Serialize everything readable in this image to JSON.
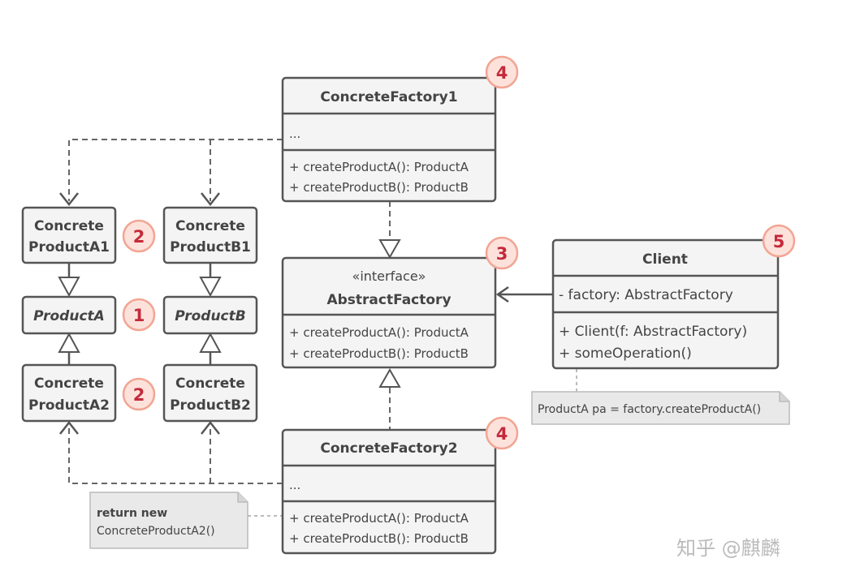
{
  "classes": {
    "concrete_factory1": {
      "name": "ConcreteFactory1",
      "fields": "...",
      "methods": [
        "+ createProductA(): ProductA",
        "+ createProductB(): ProductB"
      ]
    },
    "abstract_factory": {
      "stereotype": "«interface»",
      "name": "AbstractFactory",
      "methods": [
        "+ createProductA(): ProductA",
        "+ createProductB(): ProductB"
      ]
    },
    "concrete_factory2": {
      "name": "ConcreteFactory2",
      "fields": "...",
      "methods": [
        "+ createProductA(): ProductA",
        "+ createProductB(): ProductB"
      ]
    },
    "client": {
      "name": "Client",
      "fields": "- factory: AbstractFactory",
      "methods": [
        "+ Client(f: AbstractFactory)",
        "+ someOperation()"
      ]
    },
    "concrete_product_a1": {
      "line1": "Concrete",
      "line2": "ProductA1"
    },
    "concrete_product_b1": {
      "line1": "Concrete",
      "line2": "ProductB1"
    },
    "product_a": {
      "name": "ProductA"
    },
    "product_b": {
      "name": "ProductB"
    },
    "concrete_product_a2": {
      "line1": "Concrete",
      "line2": "ProductA2"
    },
    "concrete_product_b2": {
      "line1": "Concrete",
      "line2": "ProductB2"
    }
  },
  "badges": {
    "cf1": "4",
    "cpa1": "2",
    "pa": "1",
    "cpa2": "2",
    "af": "3",
    "client": "5",
    "cf2": "4"
  },
  "notes": {
    "client_note": "ProductA pa = factory.createProductA()",
    "cf2_note_bold": "return new",
    "cf2_note": "ConcreteProductA2()"
  },
  "watermark": "知乎 @麒麟",
  "colors": {
    "box_fill": "#f4f4f4",
    "stroke": "#555555",
    "badge_fill": "#fde2dc",
    "badge_text": "#c42a3b"
  }
}
